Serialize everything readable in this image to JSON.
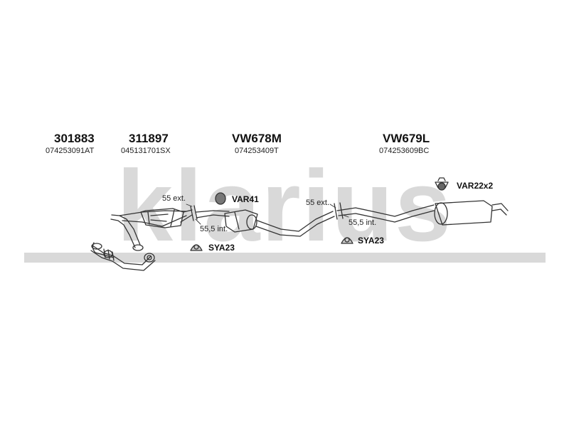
{
  "watermark": {
    "text": "klarius",
    "color": "#d6d6d6"
  },
  "parts": [
    {
      "id": "301883",
      "oem": "074253091AT"
    },
    {
      "id": "311897",
      "oem": "045131701SX"
    },
    {
      "id": "VW678M",
      "oem": "074253409T"
    },
    {
      "id": "VW679L",
      "oem": "074253609BC"
    }
  ],
  "joints": [
    {
      "ext": "55 ext.",
      "int": "55,5 int."
    },
    {
      "ext": "55 ext.",
      "int": "55,5 int."
    }
  ],
  "accessories": [
    {
      "code": "VAR41",
      "icon": "rubber-mount-icon"
    },
    {
      "code": "SYA23",
      "icon": "clamp-icon"
    },
    {
      "code": "SYA23",
      "icon": "clamp-icon"
    },
    {
      "code": "VAR22x2",
      "icon": "hanger-bracket-icon"
    }
  ],
  "colors": {
    "line": "#333333",
    "text": "#111111"
  }
}
